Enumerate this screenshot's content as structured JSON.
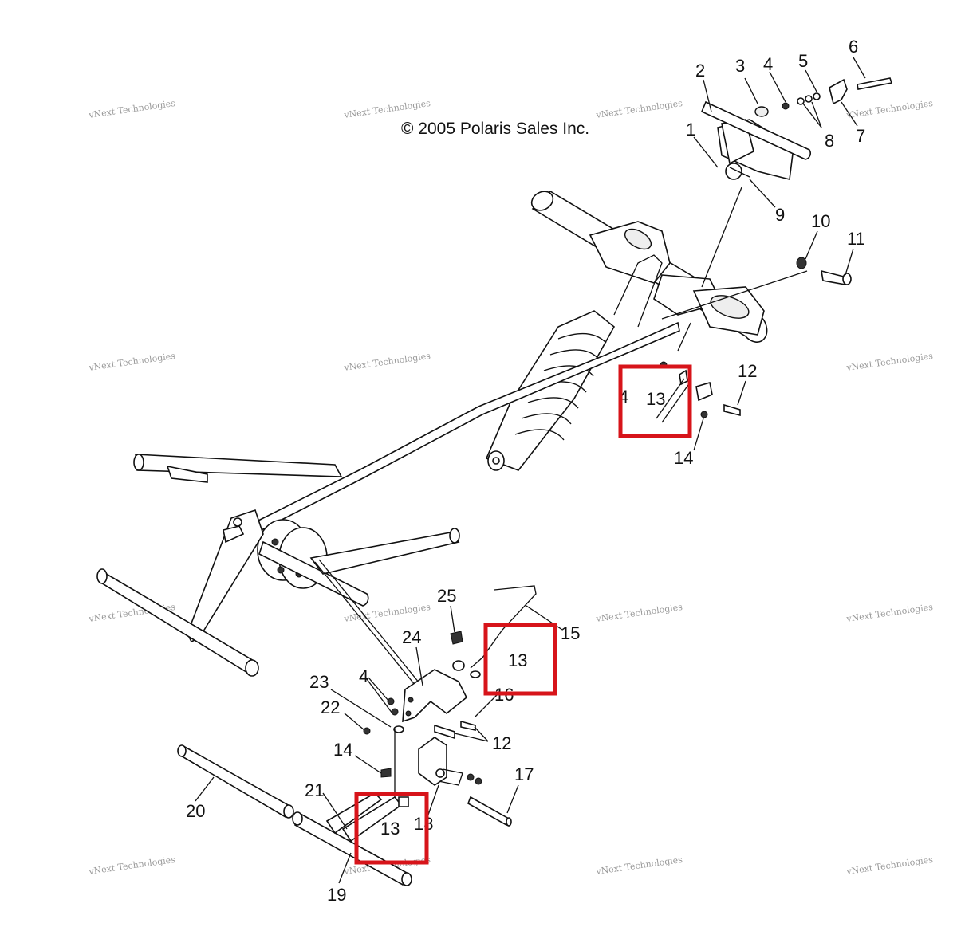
{
  "diagram": {
    "copyright": "© 2005 Polaris Sales Inc.",
    "watermark": {
      "line1": "vNext Technologies",
      "line2": "vNext\nTechnologies"
    },
    "callouts": [
      {
        "id": "c2",
        "text": "2"
      },
      {
        "id": "c3",
        "text": "3"
      },
      {
        "id": "c4a",
        "text": "4"
      },
      {
        "id": "c5",
        "text": "5"
      },
      {
        "id": "c6",
        "text": "6"
      },
      {
        "id": "c1",
        "text": "1"
      },
      {
        "id": "c8",
        "text": "8"
      },
      {
        "id": "c7",
        "text": "7"
      },
      {
        "id": "c9",
        "text": "9"
      },
      {
        "id": "c10",
        "text": "10"
      },
      {
        "id": "c11",
        "text": "11"
      },
      {
        "id": "c12a",
        "text": "12"
      },
      {
        "id": "c4b",
        "text": "4"
      },
      {
        "id": "c14a",
        "text": "14"
      },
      {
        "id": "c25",
        "text": "25"
      },
      {
        "id": "c15",
        "text": "15"
      },
      {
        "id": "c24",
        "text": "24"
      },
      {
        "id": "c23",
        "text": "23"
      },
      {
        "id": "c4c",
        "text": "4"
      },
      {
        "id": "c16",
        "text": "16"
      },
      {
        "id": "c22",
        "text": "22"
      },
      {
        "id": "c12b",
        "text": "12"
      },
      {
        "id": "c14b",
        "text": "14"
      },
      {
        "id": "c17",
        "text": "17"
      },
      {
        "id": "c21",
        "text": "21"
      },
      {
        "id": "c20",
        "text": "20"
      },
      {
        "id": "c18",
        "text": "18"
      },
      {
        "id": "c19",
        "text": "19"
      }
    ],
    "highlighted": [
      {
        "id": "h1",
        "text": "13"
      },
      {
        "id": "h2",
        "text": "13"
      },
      {
        "id": "h3",
        "text": "13"
      }
    ],
    "highlight_color": "#d7141a"
  }
}
